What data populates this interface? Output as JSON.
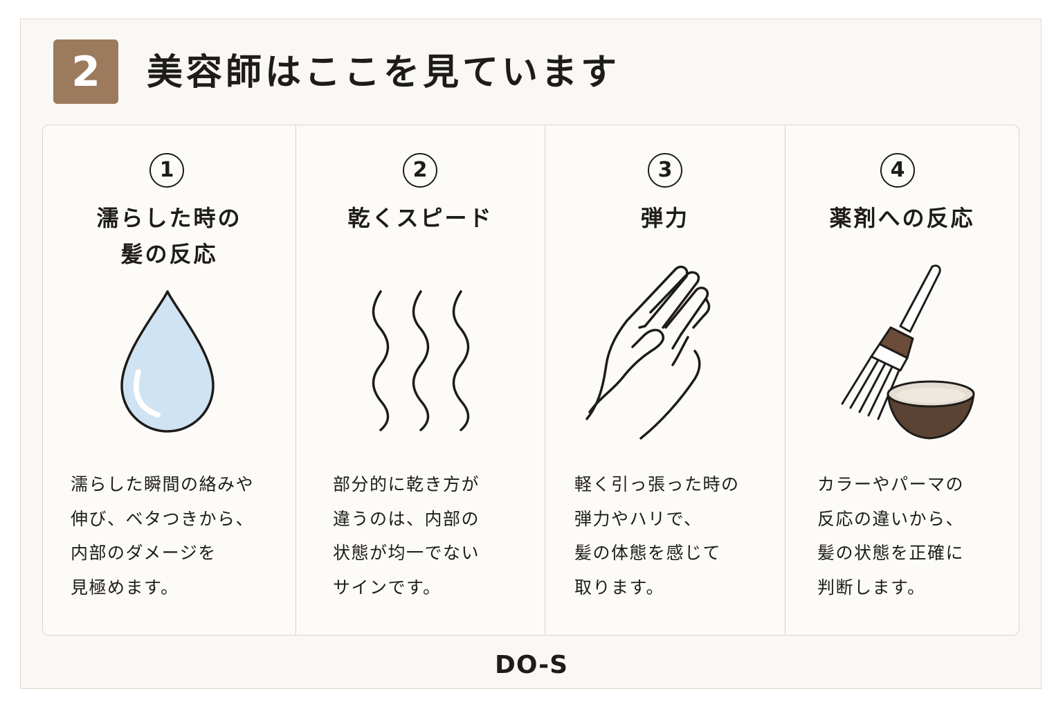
{
  "header": {
    "step_number": "2",
    "title": "美容師はここを見ています"
  },
  "columns": [
    {
      "number": "1",
      "title_lines": [
        "濡らした時の",
        "髪の反応"
      ],
      "icon": "water-drop-icon",
      "description_lines": [
        "濡らした瞬間の絡みや",
        "伸び、ベタつきから、",
        "内部のダメージを",
        "見極めます。"
      ]
    },
    {
      "number": "2",
      "title_lines": [
        "乾くスピード"
      ],
      "icon": "steam-waves-icon",
      "description_lines": [
        "部分的に乾き方が",
        "違うのは、内部の",
        "状態が均一でない",
        "サインです。"
      ]
    },
    {
      "number": "3",
      "title_lines": [
        "弾力"
      ],
      "icon": "hand-icon",
      "description_lines": [
        "軽く引っ張った時の",
        "弾力やハリで、",
        "髪の体態を感じて",
        "取ります。"
      ]
    },
    {
      "number": "4",
      "title_lines": [
        "薬剤への反応"
      ],
      "icon": "brush-and-bowl-icon",
      "description_lines": [
        "カラーやパーマの",
        "反応の違いから、",
        "髪の状態を正確に",
        "判断します。"
      ]
    }
  ],
  "footer": {
    "brand": "DO-S"
  },
  "colors": {
    "badge": "#9b7a5e",
    "brush": "#6b4c38",
    "bowl": "#5b4334",
    "drop": "#cfe3f2",
    "text": "#1e1c1a",
    "border": "#ddd3c6"
  }
}
